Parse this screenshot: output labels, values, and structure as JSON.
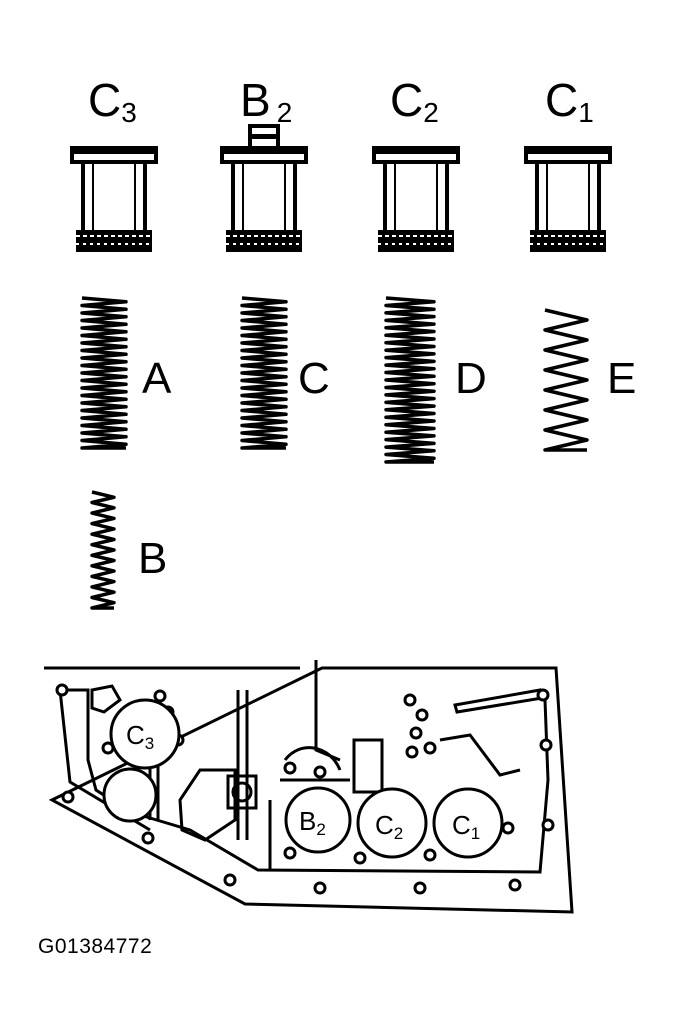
{
  "pistons": [
    {
      "main": "C",
      "sub": "3"
    },
    {
      "main": "B",
      "sub": "2"
    },
    {
      "main": "C",
      "sub": "2"
    },
    {
      "main": "C",
      "sub": "1"
    }
  ],
  "springs": {
    "A": "A",
    "B": "B",
    "C": "C",
    "D": "D",
    "E": "E"
  },
  "housing_ports": [
    {
      "main": "C",
      "sub": "3"
    },
    {
      "main": "B",
      "sub": "2"
    },
    {
      "main": "C",
      "sub": "2"
    },
    {
      "main": "C",
      "sub": "1"
    }
  ],
  "figure_code": "G01384772"
}
